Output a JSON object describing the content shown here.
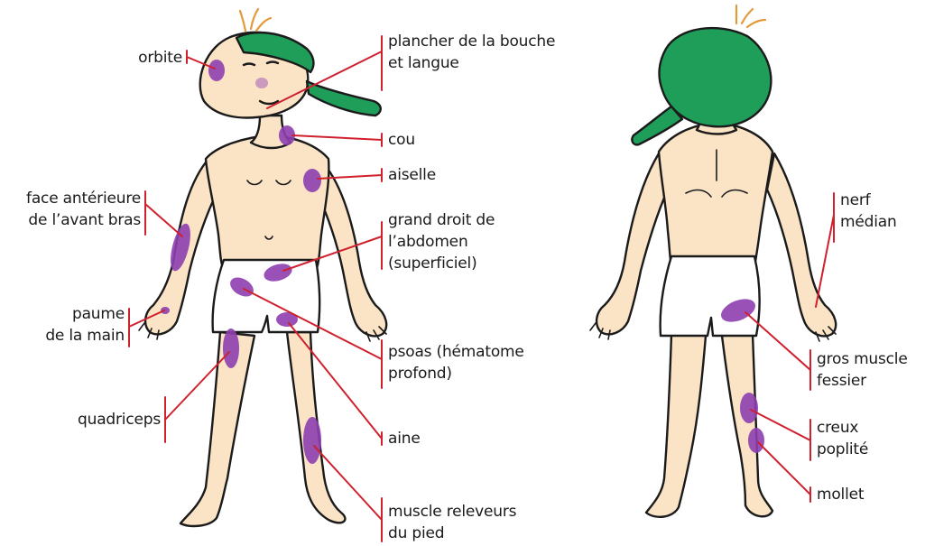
{
  "colors": {
    "skin": "#fbe3c6",
    "cap": "#1f9e5a",
    "outline": "#1b1b1b",
    "marker": "#8e3fb0",
    "leader": "#d0202e",
    "shorts": "#ffffff"
  },
  "labels": {
    "orbite": "orbite",
    "plancher": "plancher de la bouche\net langue",
    "cou": "cou",
    "aiselle": "aiselle",
    "face_avant_bras": "face antérieure\nde l’avant bras",
    "grand_droit": "grand droit de\nl’abdomen\n(superficiel)",
    "paume": "paume\nde la main",
    "psoas": "psoas (hématome\nprofond)",
    "quadriceps": "quadriceps",
    "aine": "aine",
    "releveurs": "muscle releveurs\ndu pied",
    "nerf_median": "nerf\nmédian",
    "fessier": "gros muscle\nfessier",
    "creux_poplite": "creux\npoplité",
    "mollet": "mollet"
  },
  "icons": [
    "front-figure",
    "back-figure",
    "bleeding-site-marker",
    "leader-line"
  ]
}
